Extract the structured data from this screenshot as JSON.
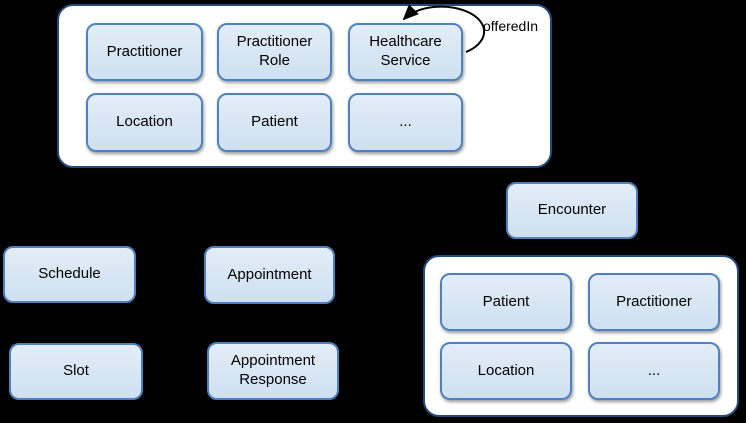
{
  "diagram": {
    "background": "#000000",
    "colors": {
      "box_fill": "#d6e4f2",
      "box_border": "#4f81bd",
      "container_fill": "#ffffff",
      "container_border": "#24497b",
      "text": "#000000",
      "arrow": "#000000"
    },
    "top_group": {
      "boxes": [
        {
          "label": "Practitioner"
        },
        {
          "label": "Practitioner Role"
        },
        {
          "label": "Healthcare Service"
        },
        {
          "label": "Location"
        },
        {
          "label": "Patient"
        },
        {
          "label": "..."
        }
      ]
    },
    "self_loop_label": "offeredIn",
    "encounter_box": {
      "label": "Encounter"
    },
    "scheduling_boxes": [
      {
        "label": "Schedule"
      },
      {
        "label": "Slot"
      },
      {
        "label": "Appointment"
      },
      {
        "label": "Appointment Response"
      }
    ],
    "encounter_group": {
      "boxes": [
        {
          "label": "Patient"
        },
        {
          "label": "Practitioner"
        },
        {
          "label": "Location"
        },
        {
          "label": "..."
        }
      ]
    }
  }
}
